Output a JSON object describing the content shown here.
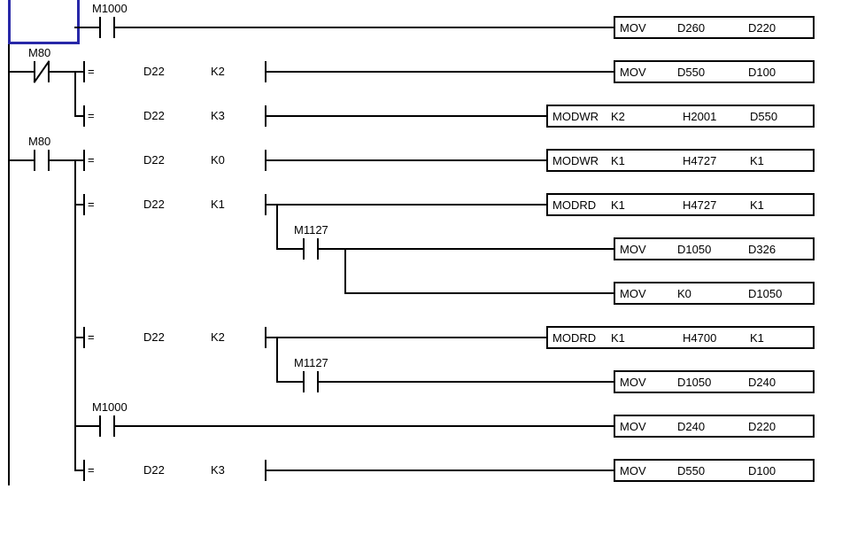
{
  "app": {
    "name": "plc-ladder-diagram-editor",
    "colors": {
      "wire": "#000000",
      "bg": "#ffffff",
      "cursor": "#2828a8",
      "text": "#000000",
      "boxbg": "#ffffff"
    }
  },
  "rungs": {
    "r1": {
      "contact": "M1000",
      "contact_type": "NO",
      "box": {
        "op": "MOV",
        "a1": "D260",
        "a2": "D220"
      }
    },
    "r2": {
      "contact": "M80",
      "contact_type": "NC",
      "cmp": {
        "op": "=",
        "a1": "D22",
        "a2": "K2"
      },
      "box": {
        "op": "MOV",
        "a1": "D550",
        "a2": "D100"
      }
    },
    "r3": {
      "cmp": {
        "op": "=",
        "a1": "D22",
        "a2": "K3"
      },
      "box": {
        "op": "MODWR",
        "a1": "K2",
        "a2": "H2001",
        "a3": "D550"
      }
    },
    "r4": {
      "contact": "M80",
      "contact_type": "NO",
      "cmp": {
        "op": "=",
        "a1": "D22",
        "a2": "K0"
      },
      "box": {
        "op": "MODWR",
        "a1": "K1",
        "a2": "H4727",
        "a3": "K1"
      }
    },
    "r5": {
      "cmp": {
        "op": "=",
        "a1": "D22",
        "a2": "K1"
      },
      "box": {
        "op": "MODRD",
        "a1": "K1",
        "a2": "H4727",
        "a3": "K1"
      }
    },
    "r6": {
      "contact": "M1127",
      "contact_type": "NO",
      "box": {
        "op": "MOV",
        "a1": "D1050",
        "a2": "D326"
      }
    },
    "r7": {
      "box": {
        "op": "MOV",
        "a1": "K0",
        "a2": "D1050"
      }
    },
    "r8": {
      "cmp": {
        "op": "=",
        "a1": "D22",
        "a2": "K2"
      },
      "box": {
        "op": "MODRD",
        "a1": "K1",
        "a2": "H4700",
        "a3": "K1"
      }
    },
    "r9": {
      "contact": "M1127",
      "contact_type": "NO",
      "box": {
        "op": "MOV",
        "a1": "D1050",
        "a2": "D240"
      }
    },
    "r10": {
      "contact": "M1000",
      "contact_type": "NO",
      "box": {
        "op": "MOV",
        "a1": "D240",
        "a2": "D220"
      }
    },
    "r11": {
      "cmp": {
        "op": "=",
        "a1": "D22",
        "a2": "K3"
      },
      "box": {
        "op": "MOV",
        "a1": "D550",
        "a2": "D100"
      }
    }
  }
}
